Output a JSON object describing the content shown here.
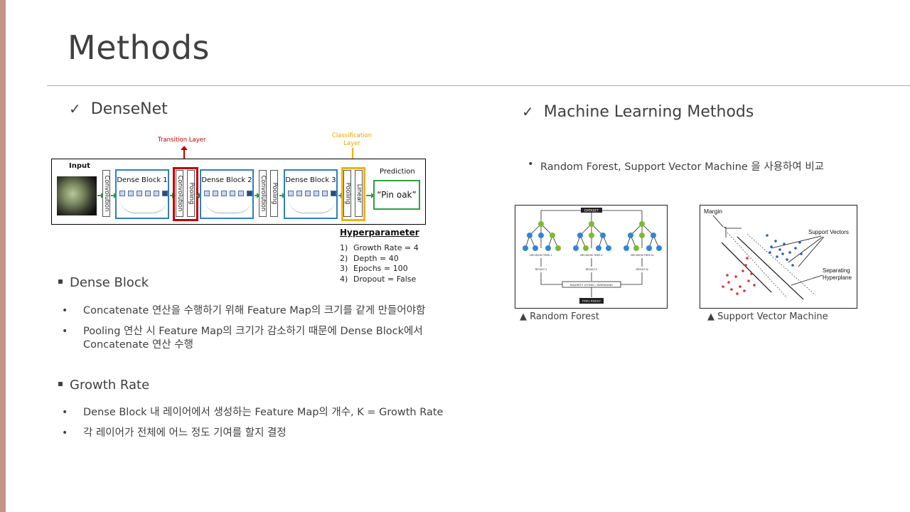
{
  "slide": {
    "title": "Methods",
    "accent_color": "#c49585"
  },
  "left": {
    "heading": "DenseNet",
    "check_icon": "✓",
    "figure": {
      "input_label": "Input",
      "prediction_label": "Prediction",
      "prediction_value": "“Pin oak”",
      "transition_label": "Transition Layer",
      "classification_label": "Classification Layer",
      "layers": {
        "convolution": "Convolution",
        "pooling": "Pooling",
        "linear": "Linear",
        "dense_block_1": "Dense Block 1",
        "dense_block_2": "Dense Block 2",
        "dense_block_3": "Dense Block 3"
      },
      "colors": {
        "dense_block_border": "#2f7fc1",
        "transition": "#c00000",
        "classification": "#f0b400",
        "arrow": "#2ea043"
      }
    },
    "hyperparameter": {
      "title": "Hyperparameter",
      "items": [
        {
          "num": "1)",
          "text": "Growth Rate = 4"
        },
        {
          "num": "2)",
          "text": "Depth = 40"
        },
        {
          "num": "3)",
          "text": "Epochs = 100"
        },
        {
          "num": "4)",
          "text": "Dropout = False"
        }
      ]
    },
    "sections": [
      {
        "heading": "Dense Block",
        "bullets": [
          "Concatenate 연산을 수행하기 위해 Feature Map의 크기를 같게 만들어야함",
          "Pooling 연산 시 Feature Map의 크기가 감소하기 때문에 Dense Block에서 Concatenate 연산 수행"
        ]
      },
      {
        "heading": "Growth Rate",
        "bullets": [
          "Dense Block 내 레이어에서 생성하는 Feature Map의 개수, K = Growth Rate",
          "각 레이어가 전체에 어느 정도 기여를 할지 결정"
        ]
      }
    ]
  },
  "right": {
    "heading": "Machine Learning Methods",
    "check_icon": "✓",
    "bullet": "Random Forest, Support Vector Machine 을 사용하여 비교",
    "random_forest": {
      "caption": "▲ Random Forest",
      "dataset": "DATASET",
      "trees": [
        "DECISION TREE-1",
        "DECISION TREE-2",
        "DECISION TREE-N"
      ],
      "results": [
        "RESULT-1",
        "RESULT-2",
        "RESULT-N"
      ],
      "voting": "MAJORITY VOTING / AVERAGING",
      "final": "FINAL RESULT",
      "colors": {
        "blue": "#2f86d4",
        "green": "#7dbb2a"
      }
    },
    "svm": {
      "caption": "▲ Support Vector Machine",
      "margin": "Margin",
      "support_vectors": "Support Vectors",
      "hyperplane_line1": "Separating",
      "hyperplane_line2": "Hyperplane",
      "colors": {
        "blue": "#1f5fd0",
        "red": "#e03030"
      }
    }
  }
}
